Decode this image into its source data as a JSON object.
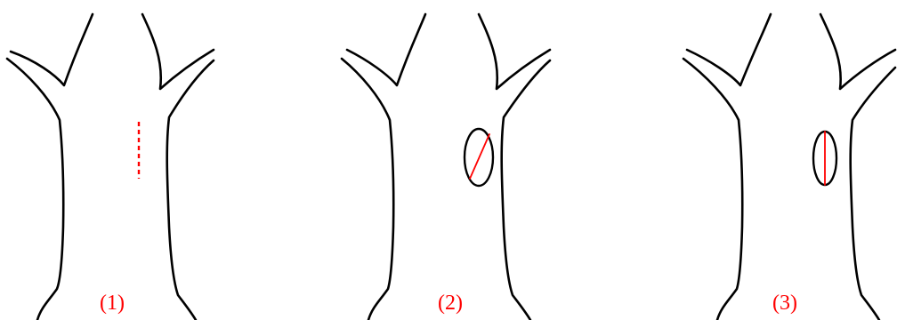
{
  "panels": [
    {
      "label": "(1)",
      "cut_style": "dashed vertical line"
    },
    {
      "label": "(2)",
      "cut_style": "ellipse with diagonal line"
    },
    {
      "label": "(3)",
      "cut_style": "ellipse with vertical line"
    }
  ],
  "colors": {
    "outline": "#000000",
    "cut": "#ff0000",
    "label": "#ff0000",
    "background": "#ffffff"
  }
}
